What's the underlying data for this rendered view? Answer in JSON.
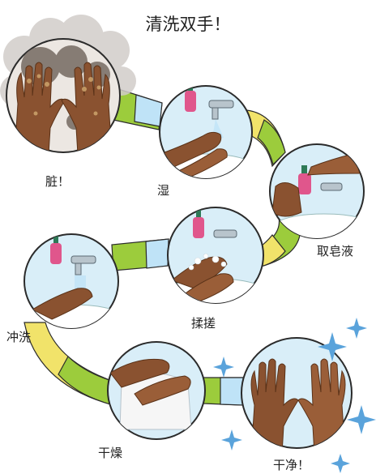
{
  "title": "清洗双手！",
  "steps": [
    {
      "id": "dirty",
      "label": "脏！"
    },
    {
      "id": "wet",
      "label": "湿"
    },
    {
      "id": "soap",
      "label": "取皂液"
    },
    {
      "id": "rub",
      "label": "揉搓"
    },
    {
      "id": "rinse",
      "label": "冲洗"
    },
    {
      "id": "dry",
      "label": "干燥"
    },
    {
      "id": "clean",
      "label": "干净！"
    }
  ],
  "colors": {
    "path_green": "#9ccc3c",
    "path_yellow": "#f1e36a",
    "path_blue": "#bfe3f7",
    "circle_bg": "#d9eef8",
    "circle_stroke": "#2b2b2b",
    "skin": "#8a5230",
    "sparkle": "#5aa3db",
    "dirt": "#6d6258"
  }
}
